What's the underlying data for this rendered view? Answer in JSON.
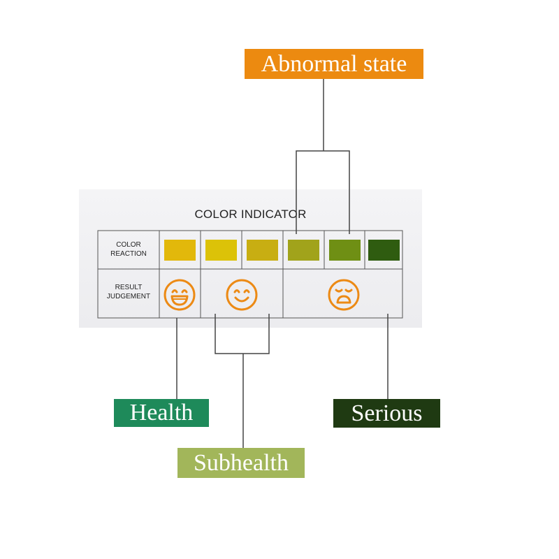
{
  "indicator": {
    "title": "COLOR INDICATOR",
    "row_color": [
      "COLOR",
      "REACTION"
    ],
    "row_result": [
      "RESULT",
      "JUDGEMENT"
    ],
    "swatch_colors": [
      "#e2b80b",
      "#dcc208",
      "#c8ae12",
      "#a1a31b",
      "#6f8f14",
      "#2f5c10"
    ]
  },
  "labels": {
    "abnormal": "Abnormal state",
    "health": "Health",
    "subhealth": "Subhealth",
    "serious": "Serious"
  },
  "colors": {
    "abnormal": "#ec8a10",
    "health": "#1e8a5a",
    "subhealth": "#a2b65a",
    "serious": "#1f3a12",
    "face": "#ec8a15"
  }
}
